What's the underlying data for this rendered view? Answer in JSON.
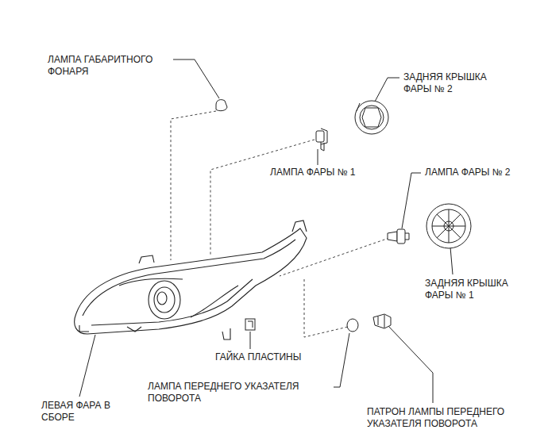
{
  "diagram": {
    "labels": [
      "ЛАМПА ГАБАРИТНОГО ФОНАРЯ",
      "ЗАДНЯЯ КРЫШКА ФАРЫ № 2",
      "ЛАМПА ФАРЫ № 1",
      "ЛАМПА ФАРЫ № 2",
      "ЗАДНЯЯ КРЫШКА ФАРЫ № 1",
      "ГАЙКА ПЛАСТИНЫ",
      "ЛАМПА ПЕРЕДНЕГО УКАЗАТЕЛЯ ПОВОРОТА",
      "ЛЕВАЯ ФАРА В СБОРЕ",
      "ПАТРОН ЛАМПЫ ПЕРЕДНЕГО УКАЗАТЕЛЯ ПОВОРОТА"
    ]
  }
}
